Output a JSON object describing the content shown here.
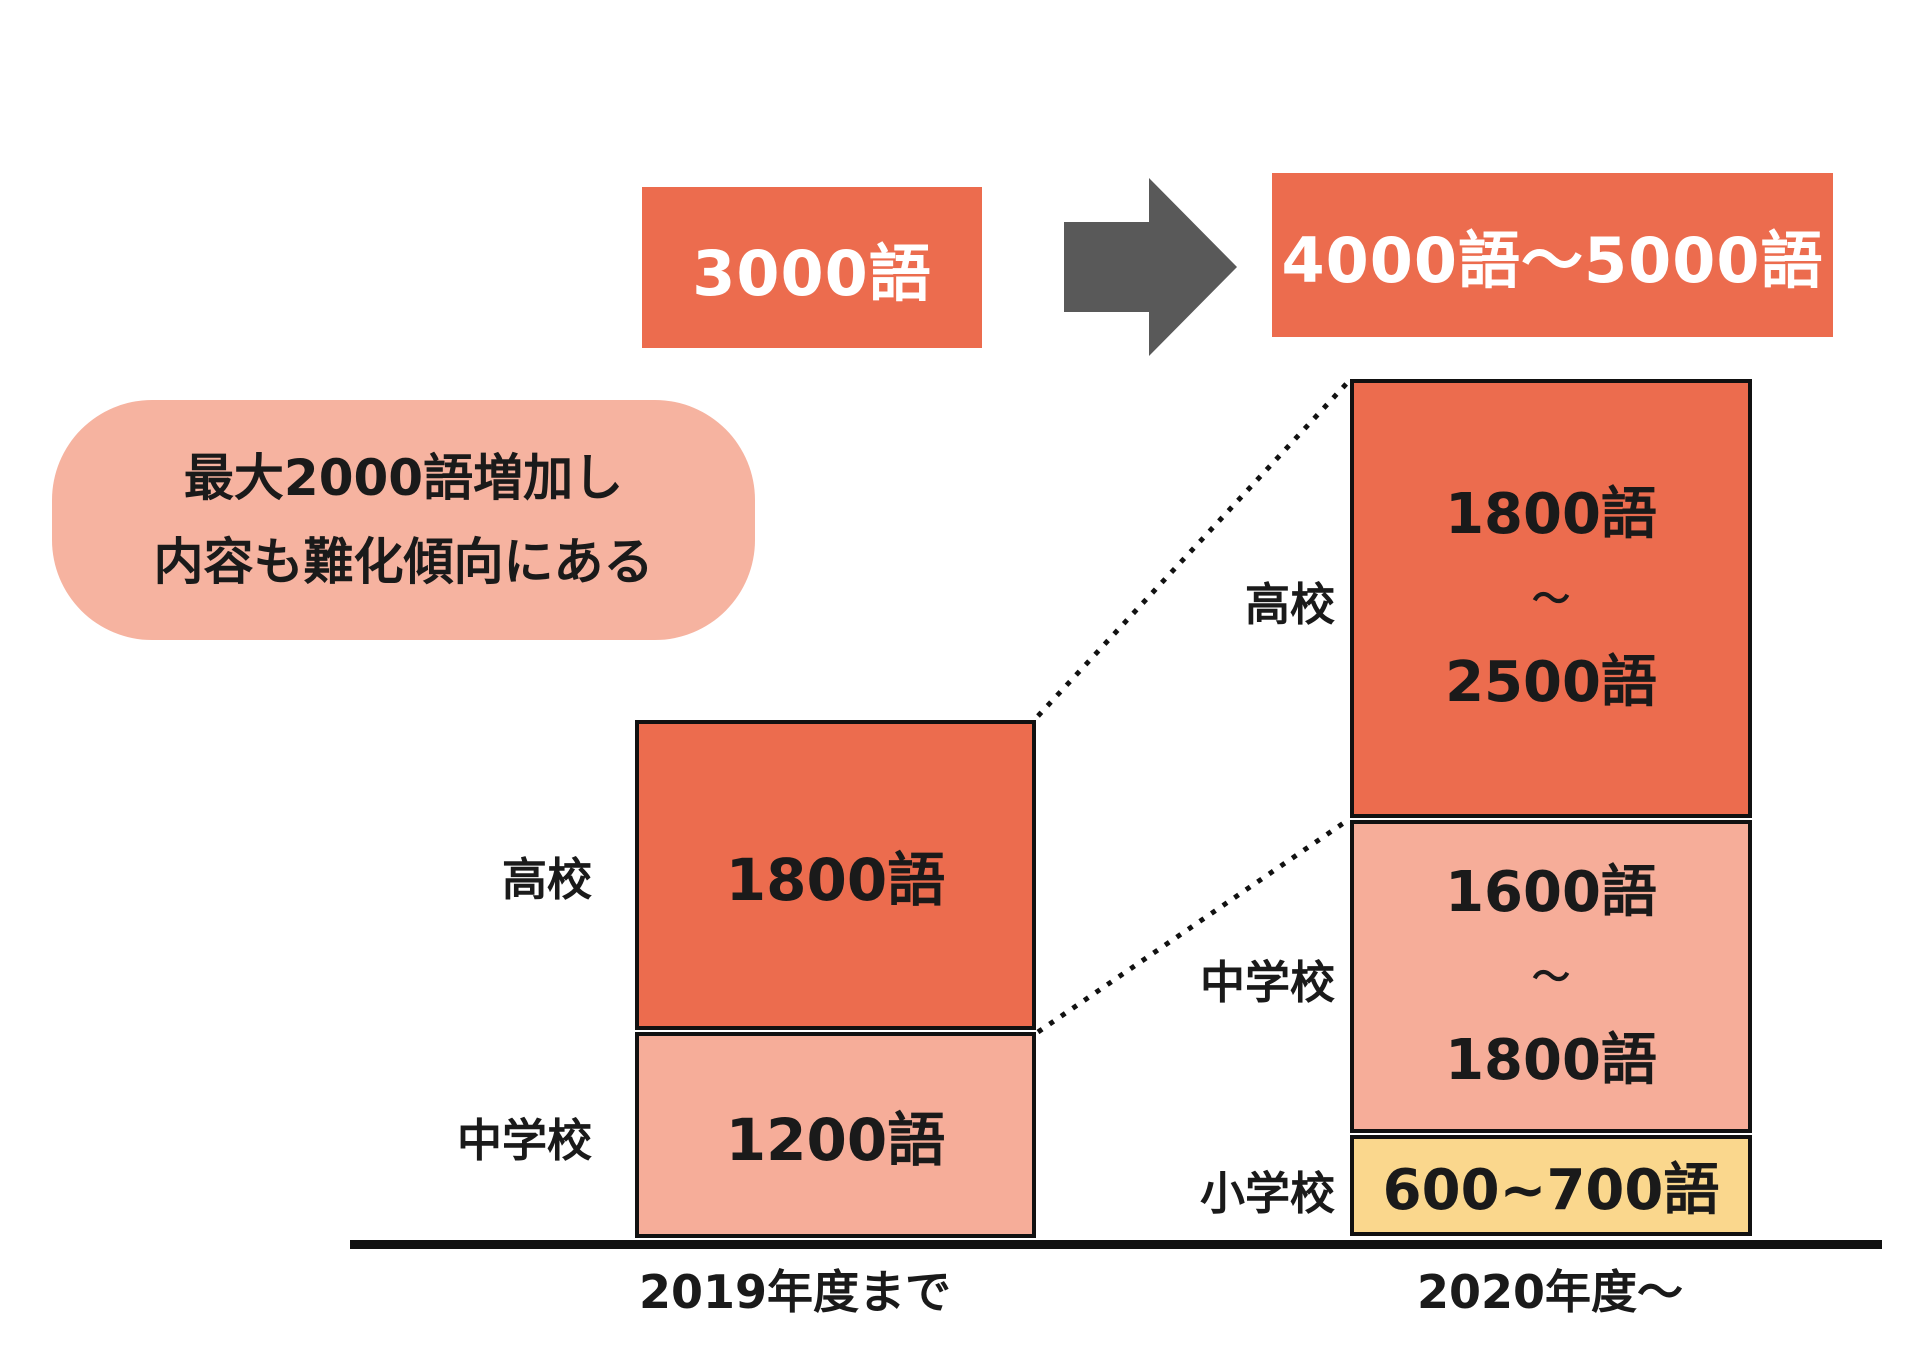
{
  "header": {
    "before_label": "3000語",
    "after_label": "4000語〜5000語",
    "arrow_icon": "arrow-right"
  },
  "callout": {
    "line1": "最大2000語増加し",
    "line2": "内容も難化傾向にある"
  },
  "bars": {
    "left": {
      "axis_label": "2019年度まで",
      "segments": [
        {
          "school": "高校",
          "value": "1800語"
        },
        {
          "school": "中学校",
          "value": "1200語"
        }
      ]
    },
    "right": {
      "axis_label": "2020年度〜",
      "segments": [
        {
          "school": "高校",
          "lines": [
            "1800語",
            "～",
            "2500語"
          ]
        },
        {
          "school": "中学校",
          "lines": [
            "1600語",
            "～",
            "1800語"
          ]
        },
        {
          "school": "小学校",
          "lines": [
            "600~700語"
          ]
        }
      ]
    }
  },
  "colors": {
    "orange": "#EC6C4E",
    "pink": "#F6AD99",
    "yellow": "#FAD78D",
    "bubble": "#F6B3A0",
    "arrow": "#595959",
    "ink": "#1A1A1A",
    "line": "#111111"
  },
  "chart_data": {
    "type": "bar",
    "subtype": "stacked-comparison",
    "title": "",
    "categories": [
      "2019年度まで",
      "2020年度〜"
    ],
    "series": [
      {
        "name": "小学校",
        "values_min": [
          0,
          600
        ],
        "values_max": [
          0,
          700
        ],
        "labels": [
          "",
          "600~700語"
        ],
        "color": "#FAD78D"
      },
      {
        "name": "中学校",
        "values_min": [
          1200,
          1600
        ],
        "values_max": [
          1200,
          1800
        ],
        "labels": [
          "1200語",
          "1600語～1800語"
        ],
        "color": "#F6AD99"
      },
      {
        "name": "高校",
        "values_min": [
          1800,
          1800
        ],
        "values_max": [
          1800,
          2500
        ],
        "labels": [
          "1800語",
          "1800語～2500語"
        ],
        "color": "#EC6C4E"
      }
    ],
    "totals": [
      "3000語",
      "4000語〜5000語"
    ],
    "annotation": "最大2000語増加し 内容も難化傾向にある",
    "legend": false,
    "grid": false,
    "orientation": "vertical",
    "connectors": "dotted lines link segment tops of 2019 bar to 2020 bar"
  }
}
